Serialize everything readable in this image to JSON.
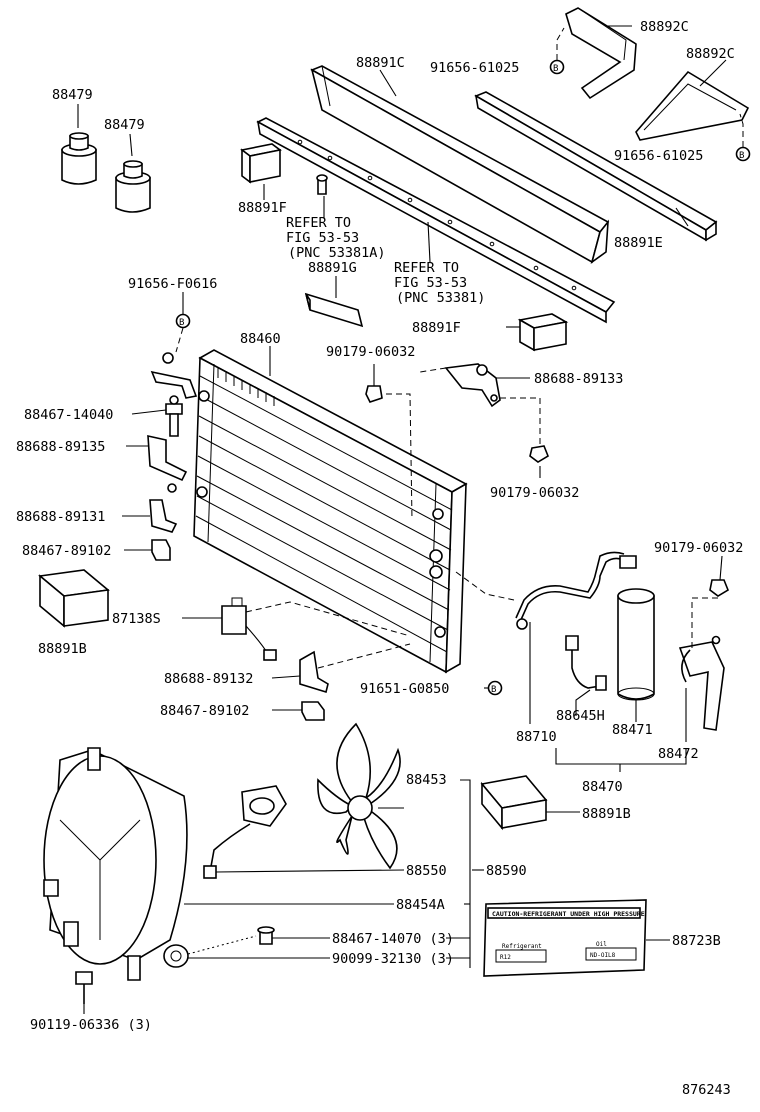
{
  "labels": {
    "p88892C_a": "88892C",
    "p88891C": "88891C",
    "p91656_61025_a": "91656-61025",
    "p88892C_b": "88892C",
    "p88479_a": "88479",
    "p88479_b": "88479",
    "p91656_61025_b": "91656-61025",
    "p88891F_a": "88891F",
    "refer1_l1": "REFER TO",
    "refer1_l2": "FIG 53-53",
    "refer1_l3": "(PNC 53381A)",
    "p88891G": "88891G",
    "refer2_l1": "REFER TO",
    "refer2_l2": "FIG 53-53",
    "refer2_l3": "(PNC 53381)",
    "p88891E": "88891E",
    "p91656_F0616": "91656-F0616",
    "p88891F_b": "88891F",
    "p88460": "88460",
    "p90179_06032_a": "90179-06032",
    "p88688_89133": "88688-89133",
    "p88467_14040": "88467-14040",
    "p88688_89135": "88688-89135",
    "p90179_06032_b": "90179-06032",
    "p88688_89131": "88688-89131",
    "p88467_89102_a": "88467-89102",
    "p90179_06032_c": "90179-06032",
    "p87138S": "87138S",
    "p88891B_a": "88891B",
    "p88688_89132": "88688-89132",
    "p91651_G0850": "91651-G0850",
    "p88467_89102_b": "88467-89102",
    "p88645H": "88645H",
    "p88710": "88710",
    "p88471": "88471",
    "p88472": "88472",
    "p88470": "88470",
    "p88453": "88453",
    "p88891B_b": "88891B",
    "p88550": "88550",
    "p88590": "88590",
    "p88454A": "88454A",
    "p88467_14070": "88467-14070 (3)",
    "p90099_32130": "90099-32130 (3)",
    "p88723B": "88723B",
    "p90119_06336": "90119-06336 (3)",
    "fig_number": "876243"
  },
  "caution_label": {
    "header": "CAUTION-REFRIGERANT UNDER HIGH PRESSURE",
    "refrigerant_caption": "Refrigerant",
    "refrigerant_value": "R12",
    "oil_caption": "Oil",
    "oil_value": "ND-OIL8"
  },
  "markers": {
    "bolt_symbol": "B"
  }
}
